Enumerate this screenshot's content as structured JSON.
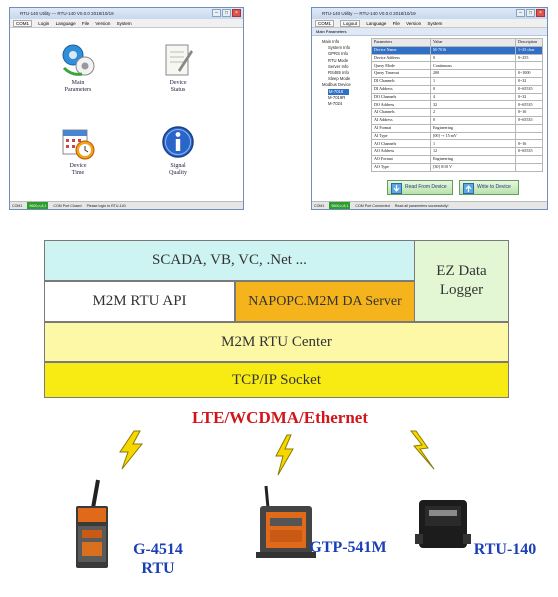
{
  "left_window": {
    "title": "RTU-140 Utility --- RTU-140 V0.0.0 2018/10/19",
    "menu": [
      "COM1",
      "Login",
      "Language",
      "File",
      "Version",
      "System"
    ],
    "icons": [
      {
        "label": "Main\nParameters",
        "icon": "gears-icon"
      },
      {
        "label": "Device\nStatus",
        "icon": "notepad-icon"
      },
      {
        "label": "Device\nTime",
        "icon": "calendar-clock-icon"
      },
      {
        "label": "Signal\nQuality",
        "icon": "info-icon"
      }
    ],
    "status": [
      "COM1",
      "9600,n,8,1",
      "COM Port Closed",
      "Please login to RTU-140"
    ]
  },
  "right_window": {
    "title": "RTU-140 Utility --- RTU-140 V0.0.0 2018/10/19",
    "menu": [
      "COM1",
      "Logout",
      "Language",
      "File",
      "Version",
      "System"
    ],
    "panel_title": "Main Parameters",
    "tree": [
      "Main Info",
      "System Info",
      "GPRS Info",
      "RTU Mode",
      "Server Info",
      "RS485 Info",
      "Sleep Mode",
      "Modbus Device",
      "M-7016",
      "M-7019R",
      "M-7024"
    ],
    "table_headers": [
      "Parameters",
      "Value",
      "Description"
    ],
    "table_rows": [
      [
        "Device Name",
        "M-7016",
        "1~25 char"
      ],
      [
        "Device Address",
        "0",
        "0~255"
      ],
      [
        "Query Mode",
        "Continuous",
        ""
      ],
      [
        "Query Timeout",
        "200",
        "0~1000"
      ],
      [
        "DI Channels",
        "1",
        "0~32"
      ],
      [
        "DI Address",
        "0",
        "0~65535"
      ],
      [
        "DO Channels",
        "4",
        "0~32"
      ],
      [
        "DO Address",
        "32",
        "0~65535"
      ],
      [
        "AI Channels",
        "2",
        "0~16"
      ],
      [
        "AI Address",
        "0",
        "0~65535"
      ],
      [
        "AI Format",
        "Engineering",
        ""
      ],
      [
        "AI Type",
        "[00] -+ 15 mV",
        ""
      ],
      [
        "AO Channels",
        "1",
        "0~16"
      ],
      [
        "AO Address",
        "12",
        "0~65535"
      ],
      [
        "AO Format",
        "Engineering",
        ""
      ],
      [
        "AO Type",
        "[30] 0/10 V",
        ""
      ]
    ],
    "buttons": [
      "Read From Device",
      "Write to Device"
    ],
    "status": [
      "COM1",
      "9600,n,8,1",
      "COM Port Connected",
      "Read all parameters successfully!"
    ]
  },
  "diagram": {
    "scada": "SCADA, VB, VC, .Net ...",
    "m2m_api": "M2M RTU API",
    "napopc": "NAPOPC.M2M DA Server",
    "ez_logger": "EZ Data\nLogger",
    "rtu_center": "M2M RTU Center",
    "tcpip": "TCP/IP Socket",
    "network": "LTE/WCDMA/Ethernet",
    "devices": [
      {
        "label": "G-4514\nRTU"
      },
      {
        "label": "GTP-541M"
      },
      {
        "label": "RTU-140"
      }
    ],
    "colors": {
      "scada": "#cdf3f3",
      "ez_logger": "#e3f7d4",
      "napopc": "#f6b41c",
      "rtu_center": "#fdf8a6",
      "tcpip": "#f8ea13",
      "network_text": "#d2151b",
      "device_label": "#1c3fb5",
      "lightning": "#f6d800"
    }
  }
}
